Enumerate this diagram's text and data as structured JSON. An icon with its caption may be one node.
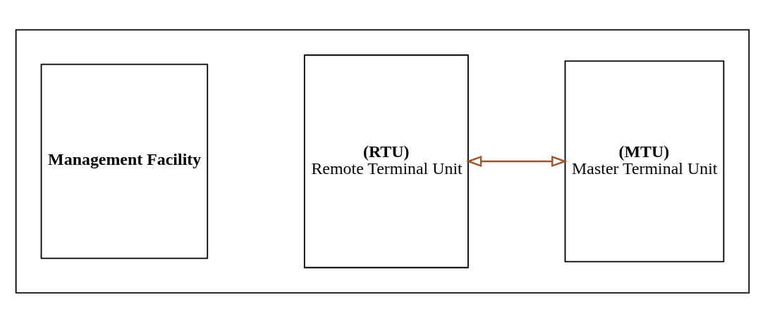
{
  "diagram": {
    "nodes": [
      {
        "text": [],
        "shape": "box"
      },
      {
        "text": [
          "Management Facility"
        ],
        "in": 0
      },
      {
        "text": [
          "(RTU)",
          "Remote Terminal Unit"
        ],
        "in": 0
      },
      {
        "text": [
          "(MTU)",
          "Master Terminal Unit"
        ],
        "in": 0
      }
    ],
    "edges": [
      {
        "from": 2,
        "to": 3,
        "arrow": "both",
        "color": "#a0522d"
      }
    ]
  }
}
